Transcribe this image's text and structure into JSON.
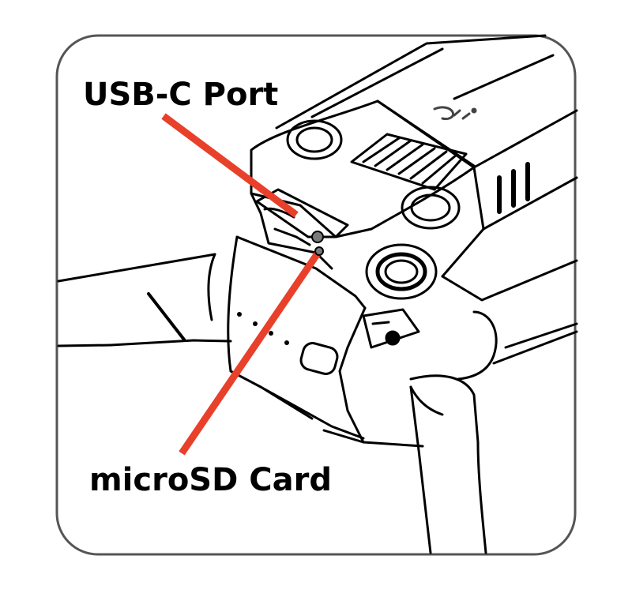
{
  "labels": {
    "usb_c": "USB-C Port",
    "microsd": "microSD Card"
  },
  "colors": {
    "callout": "#e8402a",
    "stroke": "#000000",
    "frame": "#555555",
    "logo": "#444444"
  },
  "icons": {
    "brand_mark": "dji-logo"
  }
}
